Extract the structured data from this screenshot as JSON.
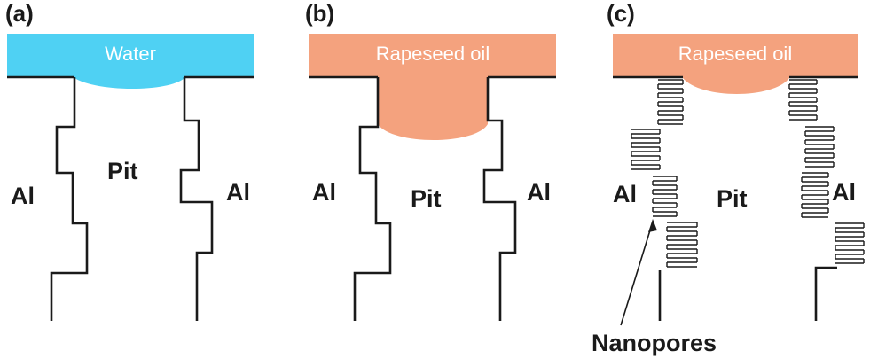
{
  "panels": [
    {
      "id": "a",
      "label": "(a)",
      "liquid": {
        "name": "Water",
        "color": "#4fd1f3"
      },
      "left_region": "Al",
      "center_region": "Pit",
      "right_region": "Al"
    },
    {
      "id": "b",
      "label": "(b)",
      "liquid": {
        "name": "Rapeseed oil",
        "color": "#f4a27e"
      },
      "left_region": "Al",
      "center_region": "Pit",
      "right_region": "Al"
    },
    {
      "id": "c",
      "label": "(c)",
      "liquid": {
        "name": "Rapeseed oil",
        "color": "#f4a27e"
      },
      "left_region": "Al",
      "center_region": "Pit",
      "right_region": "Al",
      "callout": "Nanopores"
    }
  ],
  "colors": {
    "line": "#1a1a1a",
    "background": "#ffffff"
  }
}
